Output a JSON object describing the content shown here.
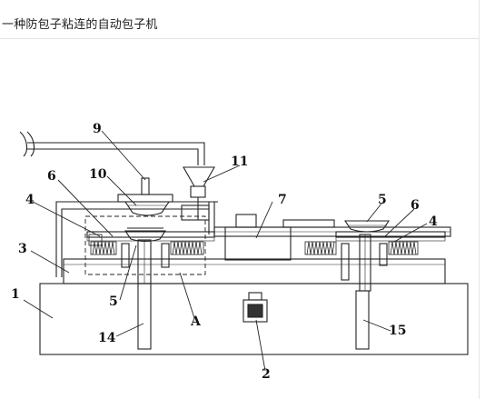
{
  "page": {
    "title": "一种防包子粘连的自动包子机"
  },
  "diagram": {
    "labels": {
      "n1": "1",
      "n2": "2",
      "n3": "3",
      "n4_left": "4",
      "n4_right": "4",
      "n5_top_right": "5",
      "n5_bottom_left": "5",
      "n6_left": "6",
      "n6_right": "6",
      "n7": "7",
      "n9": "9",
      "n10": "10",
      "n11": "11",
      "n14": "14",
      "n15": "15",
      "nA": "A"
    }
  }
}
